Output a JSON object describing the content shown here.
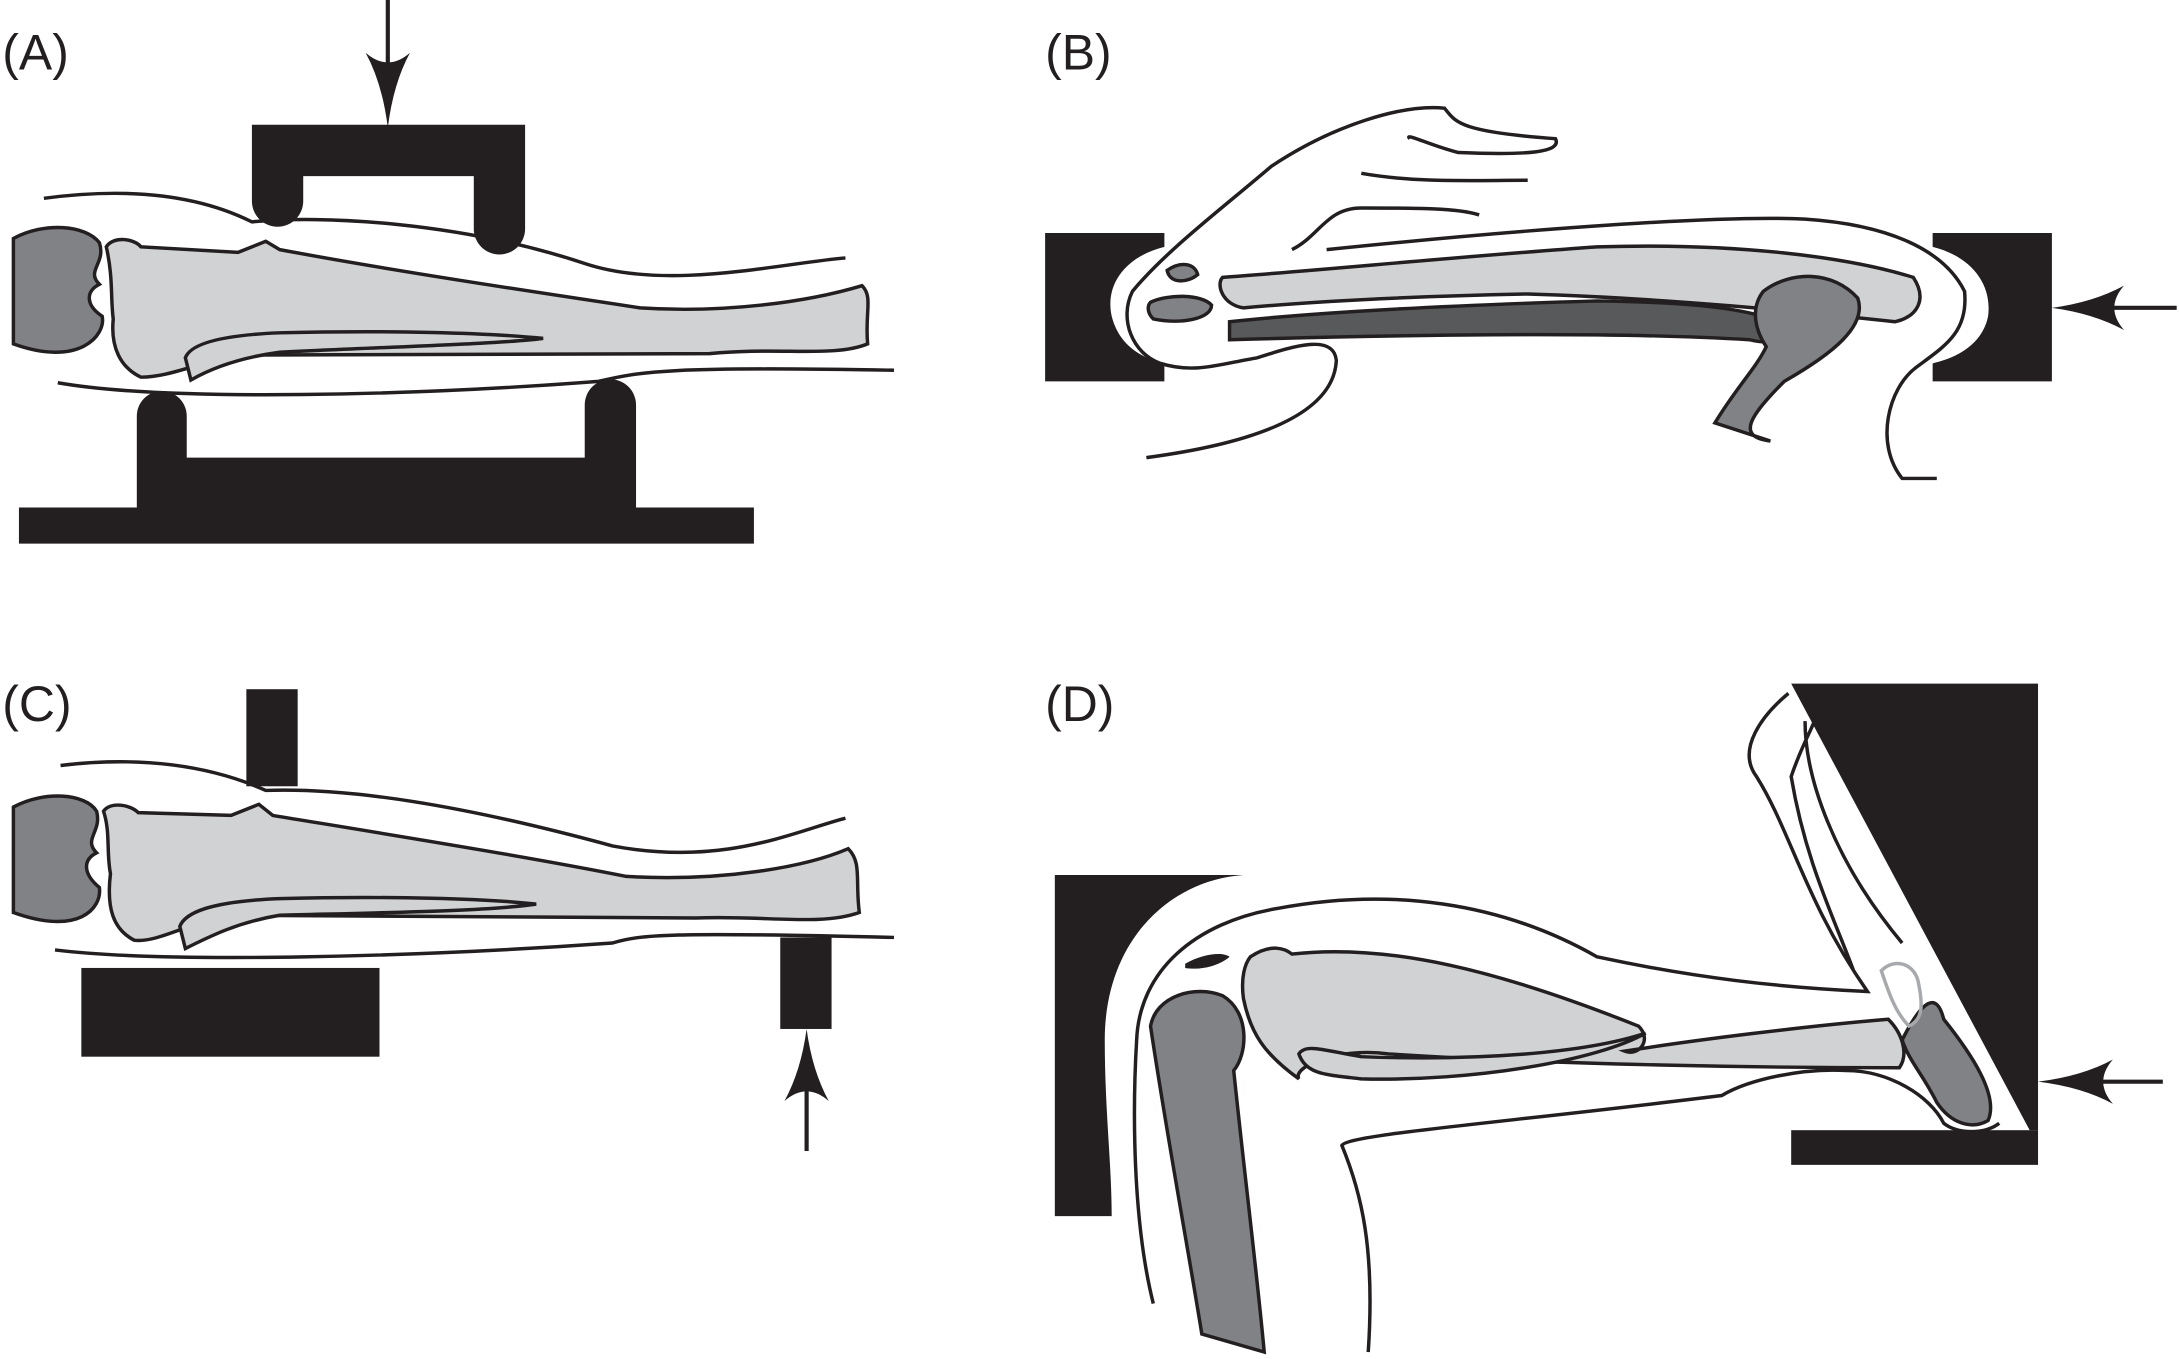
{
  "panels": [
    {
      "label": "(A)"
    },
    {
      "label": "(B)"
    },
    {
      "label": "(C)"
    },
    {
      "label": "(D)"
    }
  ],
  "colors": {
    "fixture": "#231f20",
    "bone": "#d1d2d4",
    "joint": "#808285",
    "fibula": "#58595b"
  }
}
